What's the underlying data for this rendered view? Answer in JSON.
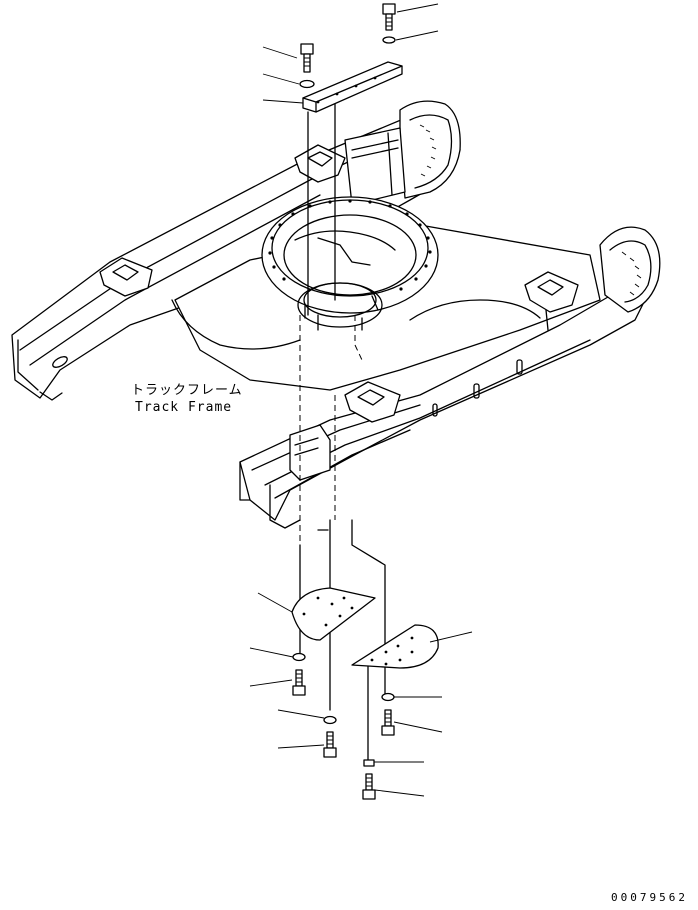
{
  "labels": {
    "japanese_name": "トラックフレーム",
    "english_name": "Track Frame",
    "drawing_number": "00079562"
  }
}
